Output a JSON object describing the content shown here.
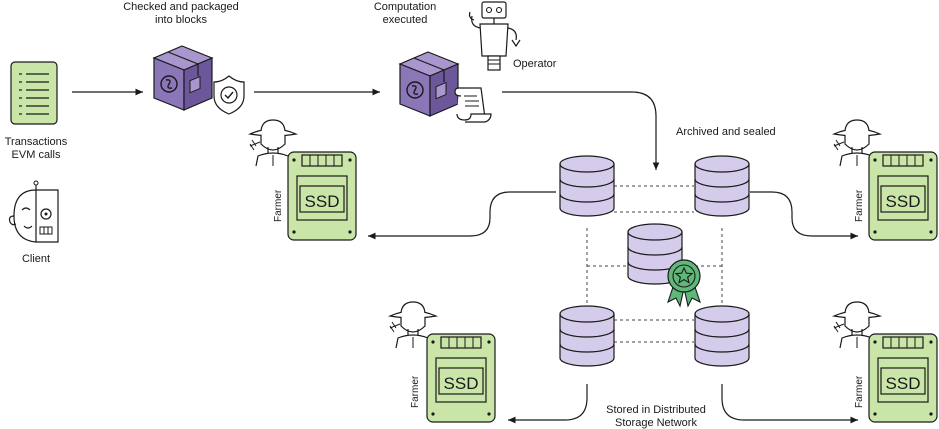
{
  "labels": {
    "transactions_line1": "Transactions",
    "transactions_line2": "EVM calls",
    "client": "Client",
    "packaged_line1": "Checked and packaged",
    "packaged_line2": "into blocks",
    "computation_line1": "Computation",
    "computation_line2": "executed",
    "operator": "Operator",
    "archived": "Archived and sealed",
    "stored_line1": "Stored in Distributed",
    "stored_line2": "Storage Network",
    "farmer": "Farmer",
    "ssd": "SSD"
  },
  "icons": {
    "document": "document-icon",
    "client": "robot-face-icon",
    "block": "package-box-icon",
    "shield": "shield-check-icon",
    "scroll": "scroll-icon",
    "operator": "robot-operator-icon",
    "database": "database-icon",
    "award": "award-badge-icon",
    "farmer": "farmer-hat-icon",
    "ssd": "ssd-drive-icon"
  },
  "colors": {
    "document_fill": "#c9e5a8",
    "ssd_fill": "#c9e5a8",
    "box_purple": "#8b76b8",
    "box_purple_dark": "#6c579b",
    "box_purple_light": "#a996cf",
    "database_fill": "#d5ccec",
    "award_fill": "#5fb87a",
    "ink": "#1a1a1a"
  }
}
